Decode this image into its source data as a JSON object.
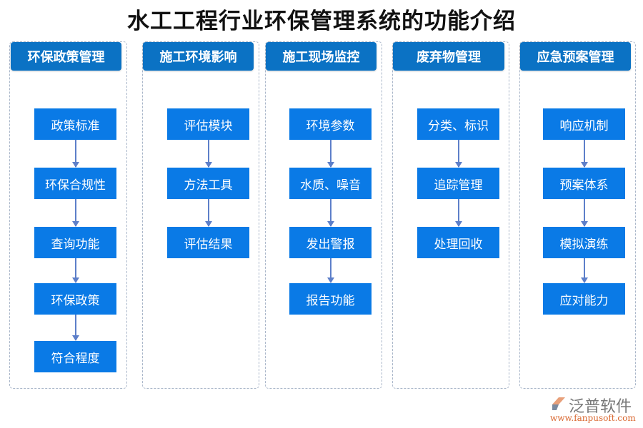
{
  "title": "水工工程行业环保管理系统的功能介绍",
  "colors": {
    "header": "#0b72c4",
    "item": "#0a7ae6",
    "arrow": "#5d7fc9",
    "border": "#a9b6c9"
  },
  "columns": [
    {
      "header": "环保政策管理",
      "items": [
        "政策标准",
        "环保合规性",
        "查询功能",
        "环保政策",
        "符合程度"
      ]
    },
    {
      "header": "施工环境影响",
      "items": [
        "评估模块",
        "方法工具",
        "评估结果"
      ]
    },
    {
      "header": "施工现场监控",
      "items": [
        "环境参数",
        "水质、噪音",
        "发出警报",
        "报告功能"
      ]
    },
    {
      "header": "废弃物管理",
      "items": [
        "分类、标识",
        "追踪管理",
        "处理回收"
      ]
    },
    {
      "header": "应急预案管理",
      "items": [
        "响应机制",
        "预案体系",
        "模拟演练",
        "应对能力"
      ]
    }
  ],
  "logo": {
    "name": "泛普软件",
    "url": "www.fanpusoft.com"
  }
}
